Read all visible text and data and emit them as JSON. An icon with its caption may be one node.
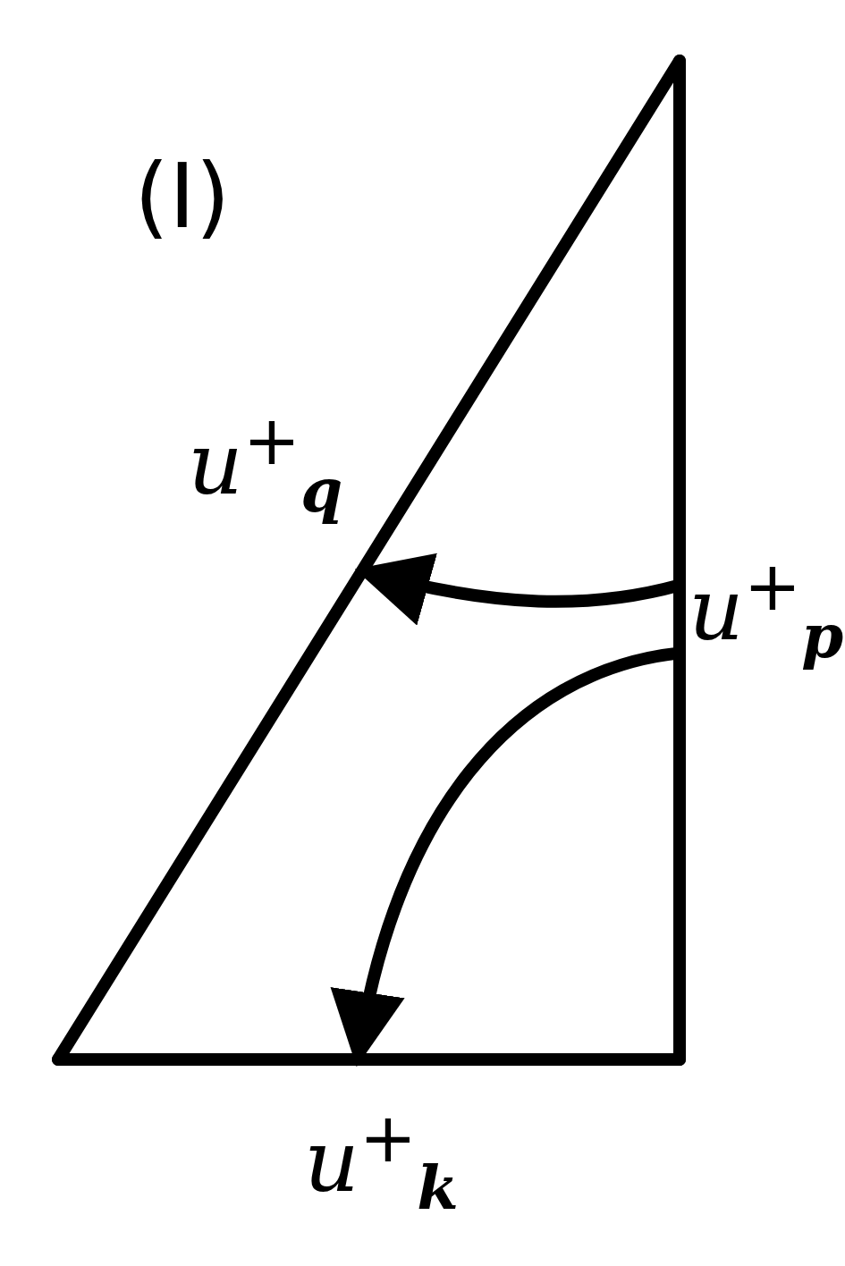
{
  "diagram": {
    "nodes": [
      {
        "text": [
          "*u*$^{+}$$_{q}$"
        ]
      },
      {
        "text": [
          "*u*$^{+}$$_{p}$"
        ]
      },
      {
        "text": [
          "*u*$^{+}$$_{k}$"
        ]
      }
    ],
    "edges": [
      {
        "from": 1,
        "to": 0,
        "arrow": "to"
      },
      {
        "from": 1,
        "to": 2,
        "arrow": "to"
      }
    ],
    "labels": [
      "(I)"
    ]
  }
}
